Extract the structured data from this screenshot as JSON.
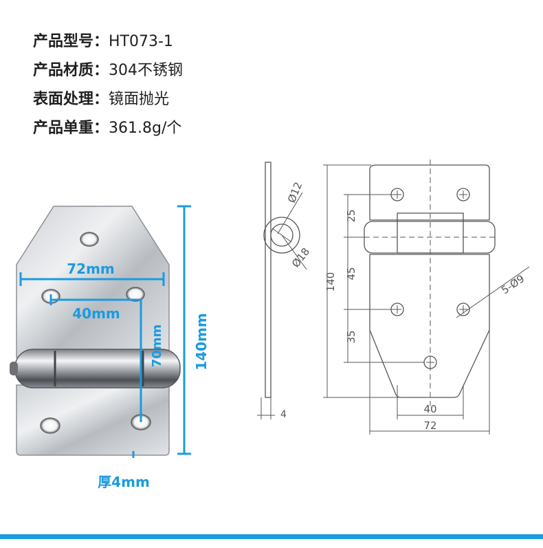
{
  "specs": [
    {
      "key": "产品型号：",
      "value": "HT073-1"
    },
    {
      "key": "产品材质：",
      "value": "304不锈钢"
    },
    {
      "key": "表面处理：",
      "value": "镜面抛光"
    },
    {
      "key": "产品单重：",
      "value": "361.8g/个"
    }
  ],
  "photo_labels": {
    "width": "72mm",
    "hole_spacing": "40mm",
    "height_upper": "70mm",
    "height_total": "140mm",
    "thickness": "厚4mm"
  },
  "drawing": {
    "pin_outer": "Ø18",
    "pin_inner": "Ø12",
    "hole": "5-Ø9",
    "dim_25": "25",
    "dim_45": "45",
    "dim_35": "35",
    "dim_140": "140",
    "dim_40": "40",
    "dim_72": "72",
    "dim_4": "4"
  },
  "colors": {
    "accent": "#1a9be0",
    "text": "#1e1e1e",
    "line": "#555555"
  }
}
